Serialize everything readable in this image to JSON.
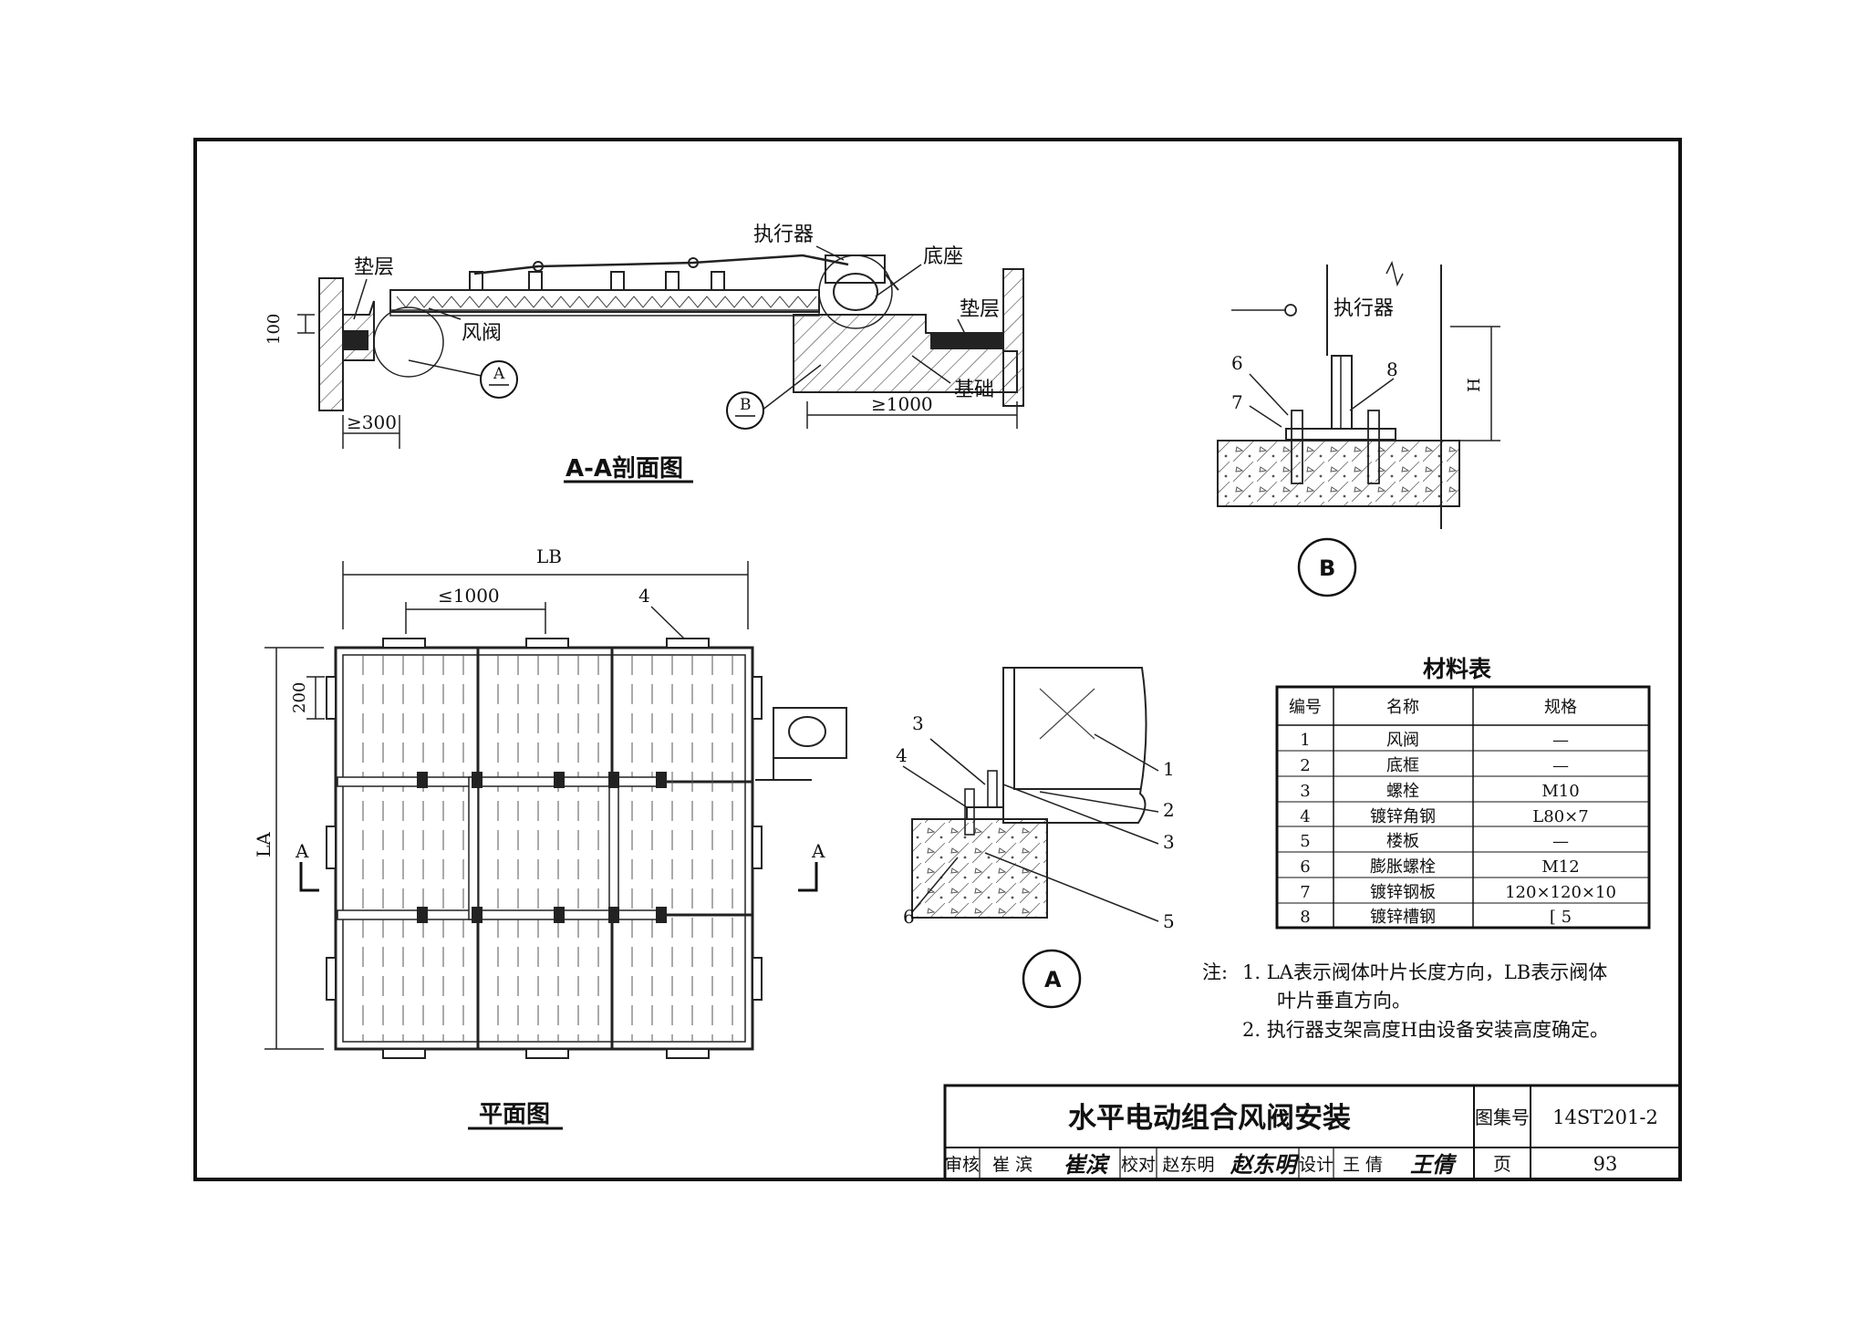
{
  "section_aa": {
    "title": "A-A剖面图",
    "labels": {
      "pad_left": "垫层",
      "damper": "风阀",
      "actuator": "执行器",
      "base_seat": "底座",
      "pad_right": "垫层",
      "foundation": "基础",
      "dim_100": "100",
      "dim_300": "≥300",
      "dim_1000": "≥1000"
    },
    "callouts": {
      "a": "A",
      "b": "B"
    }
  },
  "plan_view": {
    "title": "平面图",
    "labels": {
      "lb": "LB",
      "la": "LA",
      "max_1000": "≤1000",
      "dim_200": "200",
      "item_4": "4",
      "section_mark_left": "A",
      "section_mark_right": "A"
    }
  },
  "detail_a": {
    "callout": "A",
    "leaders": [
      "1",
      "2",
      "3",
      "4",
      "3",
      "5",
      "6"
    ]
  },
  "detail_b": {
    "callout": "B",
    "labels": {
      "actuator": "执行器",
      "h": "H",
      "num6": "6",
      "num7": "7",
      "num8": "8"
    }
  },
  "material_table": {
    "title": "材料表",
    "headers": [
      "编号",
      "名称",
      "规格"
    ],
    "rows": [
      [
        "1",
        "风阀",
        "—"
      ],
      [
        "2",
        "底框",
        "—"
      ],
      [
        "3",
        "螺栓",
        "M10"
      ],
      [
        "4",
        "镀锌角钢",
        "L80×7"
      ],
      [
        "5",
        "楼板",
        "—"
      ],
      [
        "6",
        "膨胀螺栓",
        "M12"
      ],
      [
        "7",
        "镀锌钢板",
        "120×120×10"
      ],
      [
        "8",
        "镀锌槽钢",
        "[ 5"
      ]
    ]
  },
  "notes": {
    "prefix": "注:",
    "items": [
      "1. LA表示阀体叶片长度方向，LB表示阀体",
      "叶片垂直方向。",
      "2. 执行器支架高度H由设备安装高度确定。"
    ]
  },
  "title_block": {
    "title": "水平电动组合风阀安装",
    "atlas_label": "图集号",
    "atlas_no": "14ST201-2",
    "page_label": "页",
    "page_no": "93",
    "review_label": "审核",
    "reviewer": "崔 滨",
    "reviewer_sig": "崔滨",
    "check_label": "校对",
    "checker": "赵东明",
    "checker_sig": "赵东明",
    "design_label": "设计",
    "designer": "王 倩",
    "designer_sig": "王倩"
  }
}
